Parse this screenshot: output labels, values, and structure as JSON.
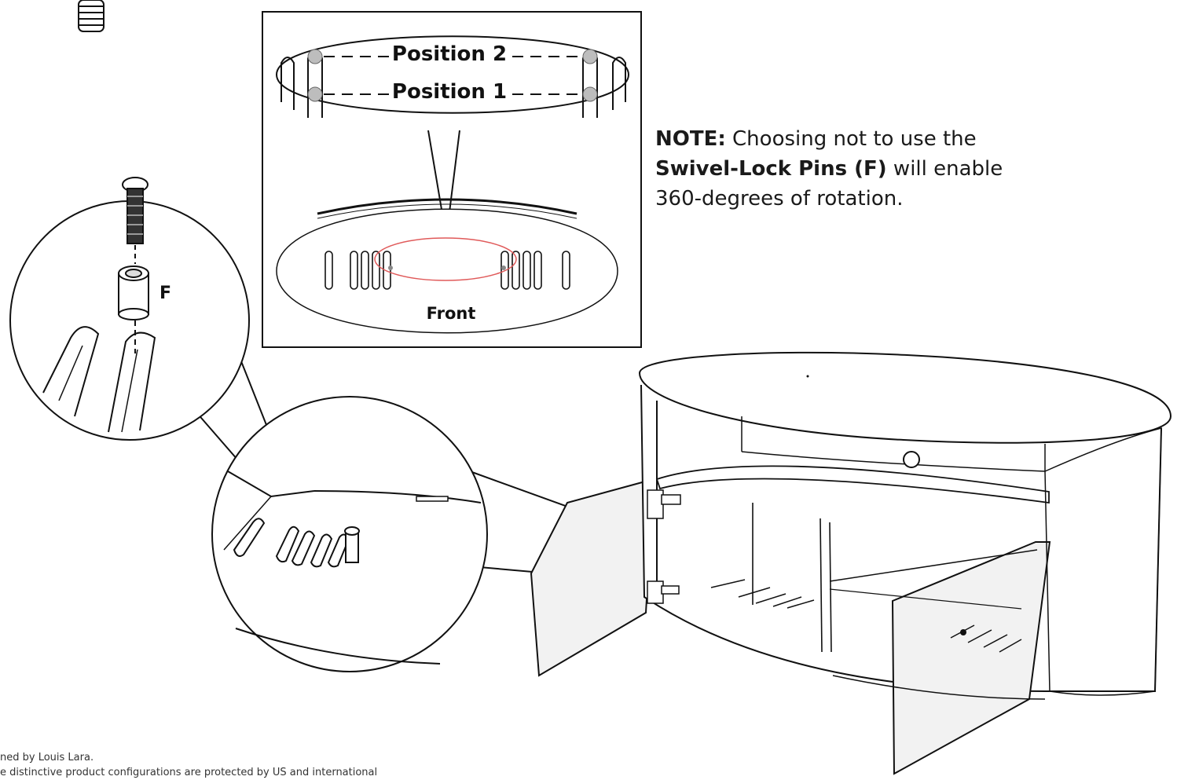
{
  "inset": {
    "position_2": "Position 2",
    "position_1": "Position 1",
    "front": "Front"
  },
  "callout_letter": "F",
  "note": {
    "label": "NOTE:",
    "text_1": " Choosing not to use the",
    "pin_label": "Swivel-Lock Pins (F)",
    "text_2": " will enable",
    "text_3": "360-degrees of rotation."
  },
  "footer": {
    "line_1": "ned by Louis Lara.",
    "line_2": "e distinctive product configurations are protected by US and international"
  },
  "colors": {
    "line": "#111111",
    "highlight": "#e05a5a",
    "pin_fill": "#bdbdbd",
    "panel_fill": "#f2f2f2"
  }
}
